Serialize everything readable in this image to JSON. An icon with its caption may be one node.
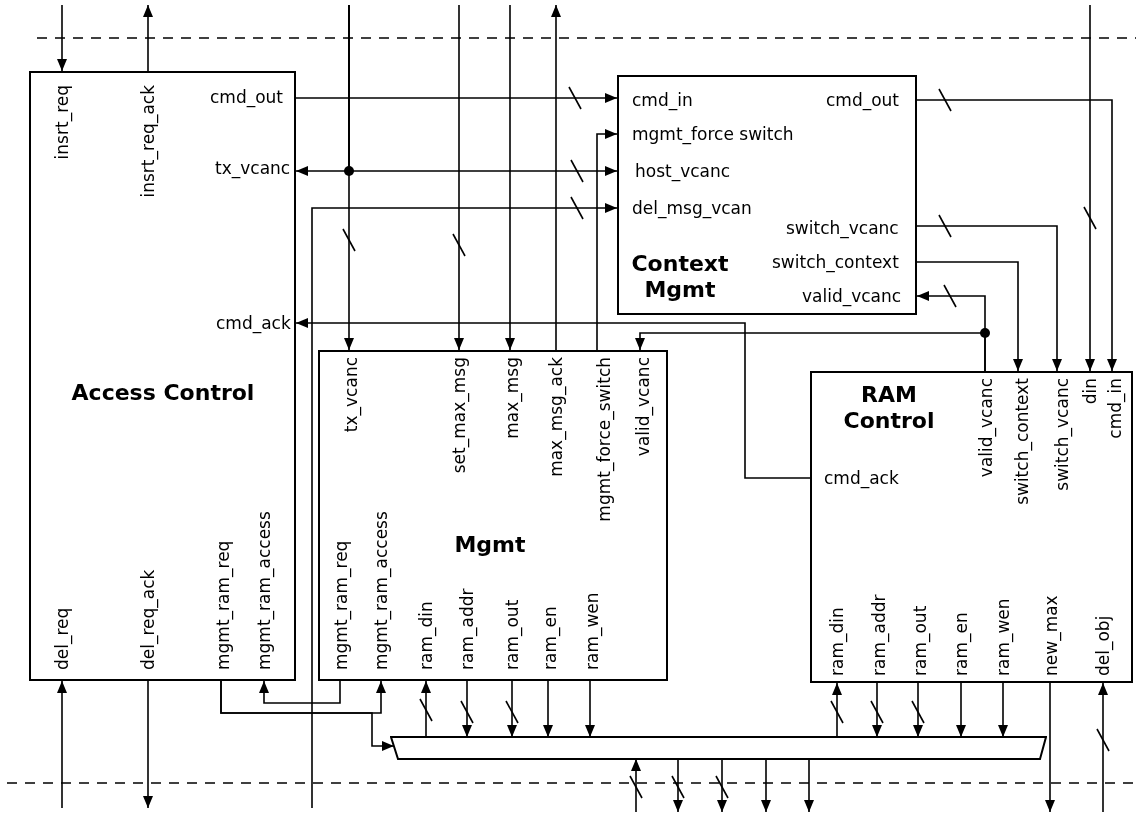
{
  "diagram": {
    "nodes": [
      {
        "text": [
          "insrt_req",
          "insrt_req_ack",
          "cmd_out",
          "tx_vcanc",
          "cmd_ack",
          "Access Control",
          "del_req",
          "del_req_ack",
          "mgmt_ram_req",
          "mgmt_ram_access"
        ]
      },
      {
        "text": [
          "cmd_in",
          "cmd_out",
          "mgmt_force switch",
          "host_vcanc",
          "del_msg_vcan",
          "switch_vcanc",
          "Context Mgmt",
          "switch_context",
          "valid_vcanc"
        ]
      },
      {
        "text": [
          "Mgmt",
          "tx_vcanc",
          "set_max_msg",
          "max_msg",
          "max_msg_ack",
          "mgmt_force_switch",
          "valid_vcanc",
          "mgmt_ram_req",
          "mgmt_ram_access",
          "ram_din",
          "ram_addr",
          "ram_out",
          "ram_en",
          "ram_wen"
        ]
      },
      {
        "text": [
          "RAM Control",
          "cmd_ack",
          "valid_vcanc",
          "switch_context",
          "switch_vcanc",
          "din",
          "cmd_in",
          "ram_din",
          "ram_addr",
          "ram_out",
          "ram_en",
          "ram_wen",
          "new_max",
          "del_obj"
        ]
      },
      {
        "text": [],
        "shape": "trapezoid"
      }
    ],
    "edges": [
      {
        "from": null,
        "to": 0,
        "arrow": "to"
      },
      {
        "from": 0,
        "to": null,
        "arrow": "to"
      },
      {
        "from": null,
        "to": 2,
        "arrow": "to"
      },
      {
        "from": null,
        "to": 0,
        "arrow": "to"
      },
      {
        "from": null,
        "to": 1,
        "arrow": "to"
      },
      {
        "from": null,
        "to": 2,
        "arrow": "to"
      },
      {
        "from": null,
        "to": 2,
        "arrow": "to"
      },
      {
        "from": 2,
        "to": null,
        "arrow": "to"
      },
      {
        "from": null,
        "to": 3,
        "arrow": "to"
      },
      {
        "from": 0,
        "to": 1,
        "arrow": "to"
      },
      {
        "from": 2,
        "to": 1,
        "arrow": "to"
      },
      {
        "from": null,
        "to": 1,
        "arrow": "to"
      },
      {
        "from": 1,
        "to": 3,
        "arrow": "to"
      },
      {
        "from": 1,
        "to": 3,
        "arrow": "to"
      },
      {
        "from": 1,
        "to": 3,
        "arrow": "to"
      },
      {
        "from": 3,
        "to": 1,
        "arrow": "to"
      },
      {
        "from": 3,
        "to": 2,
        "arrow": "to"
      },
      {
        "from": 3,
        "to": 0,
        "arrow": "to"
      },
      {
        "from": null,
        "to": 0,
        "arrow": "to"
      },
      {
        "from": 0,
        "to": null,
        "arrow": "to"
      },
      {
        "from": 0,
        "to": 2,
        "arrow": "to"
      },
      {
        "from": 0,
        "to": 4,
        "arrow": "to"
      },
      {
        "from": 2,
        "to": 0,
        "arrow": "to"
      },
      {
        "from": 4,
        "to": 2,
        "arrow": "to"
      },
      {
        "from": 2,
        "to": 4,
        "arrow": "to"
      },
      {
        "from": 2,
        "to": 4,
        "arrow": "to"
      },
      {
        "from": 2,
        "to": 4,
        "arrow": "to"
      },
      {
        "from": 2,
        "to": 4,
        "arrow": "to"
      },
      {
        "from": 4,
        "to": 3,
        "arrow": "to"
      },
      {
        "from": 3,
        "to": 4,
        "arrow": "to"
      },
      {
        "from": 3,
        "to": 4,
        "arrow": "to"
      },
      {
        "from": 3,
        "to": 4,
        "arrow": "to"
      },
      {
        "from": 3,
        "to": 4,
        "arrow": "to"
      },
      {
        "from": null,
        "to": 4,
        "arrow": "to"
      },
      {
        "from": 4,
        "to": null,
        "arrow": "to"
      },
      {
        "from": 4,
        "to": null,
        "arrow": "to"
      },
      {
        "from": 4,
        "to": null,
        "arrow": "to"
      },
      {
        "from": 4,
        "to": null,
        "arrow": "to"
      },
      {
        "from": 3,
        "to": null,
        "arrow": "to"
      },
      {
        "from": null,
        "to": 3,
        "arrow": "to"
      }
    ]
  }
}
